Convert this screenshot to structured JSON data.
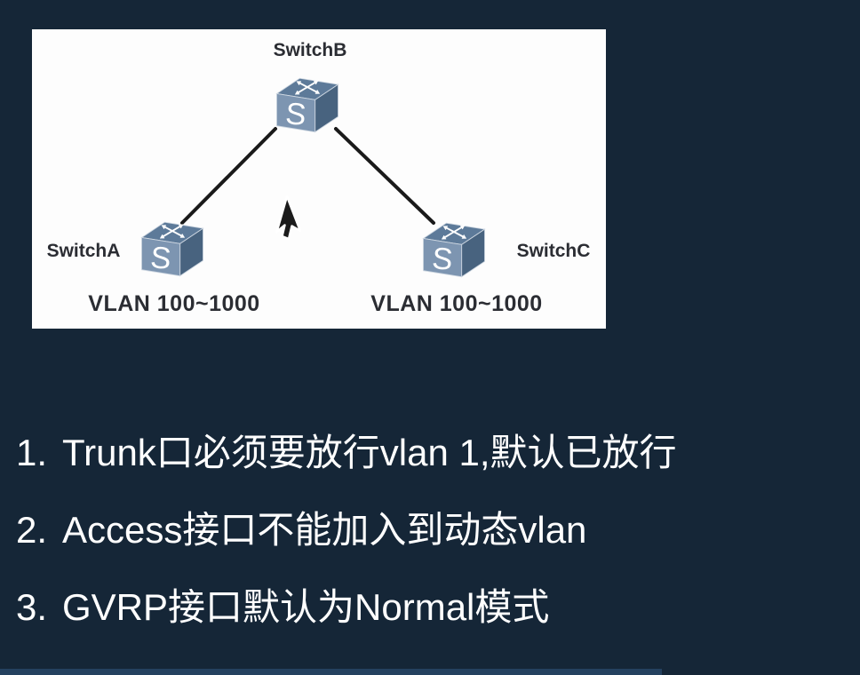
{
  "diagram": {
    "switch_glyph": "S",
    "nodes": [
      {
        "id": "switchB",
        "label": "SwitchB"
      },
      {
        "id": "switchA",
        "label": "SwitchA",
        "vlan": "VLAN 100~1000"
      },
      {
        "id": "switchC",
        "label": "SwitchC",
        "vlan": "VLAN 100~1000"
      }
    ]
  },
  "notes": [
    {
      "number": "1.",
      "text": "Trunk口必须要放行vlan 1,默认已放行"
    },
    {
      "number": "2.",
      "text": "Access接口不能加入到动态vlan"
    },
    {
      "number": "3.",
      "text": "GVRP接口默认为Normal模式"
    }
  ],
  "colors": {
    "background": "#152637",
    "panel": "#fdfdfd",
    "note_text": "#ffffff",
    "label_text": "#2b2d33",
    "link_line": "#1a1a1a",
    "switch_front": "#7d95b1",
    "switch_top": "#5d7a99",
    "switch_side": "#48637f",
    "bottom_bar": "#24415f"
  }
}
